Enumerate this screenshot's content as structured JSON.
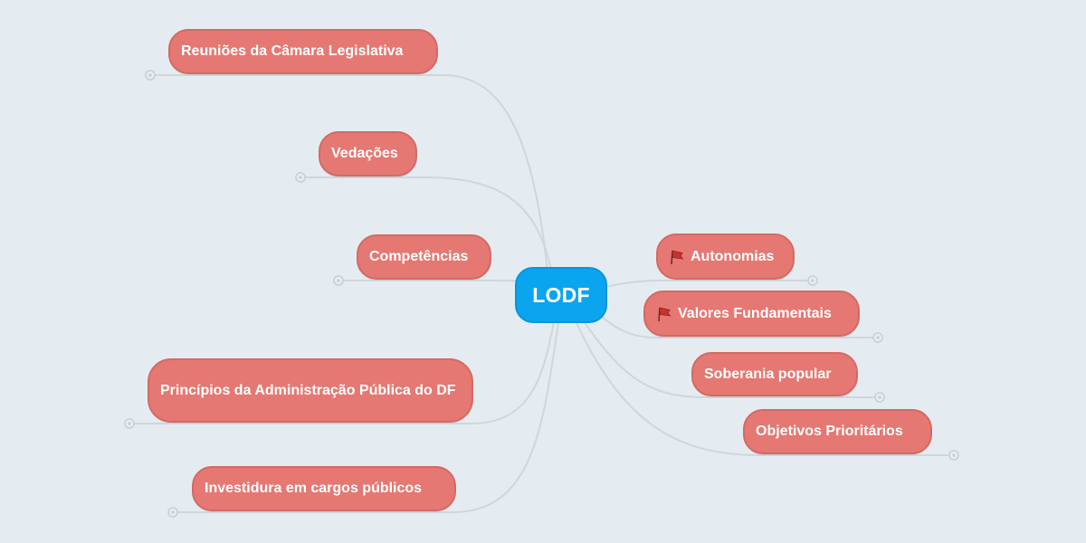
{
  "center": {
    "label": "LODF"
  },
  "left_branches": [
    {
      "label": "Reuniões da Câmara Legislativa"
    },
    {
      "label": "Vedações"
    },
    {
      "label": "Competências"
    },
    {
      "label": "Princípios da Administração Pública do DF"
    },
    {
      "label": "Investidura em cargos públicos"
    }
  ],
  "right_branches": [
    {
      "label": "Autonomias",
      "icon": "flag-icon"
    },
    {
      "label": "Valores Fundamentais",
      "icon": "flag-icon"
    },
    {
      "label": "Soberania popular"
    },
    {
      "label": "Objetivos Prioritários"
    }
  ],
  "colors": {
    "background": "#e5ecf1",
    "center_fill": "#0aa5ee",
    "branch_fill": "#e57872",
    "connector": "#d0d6da"
  }
}
